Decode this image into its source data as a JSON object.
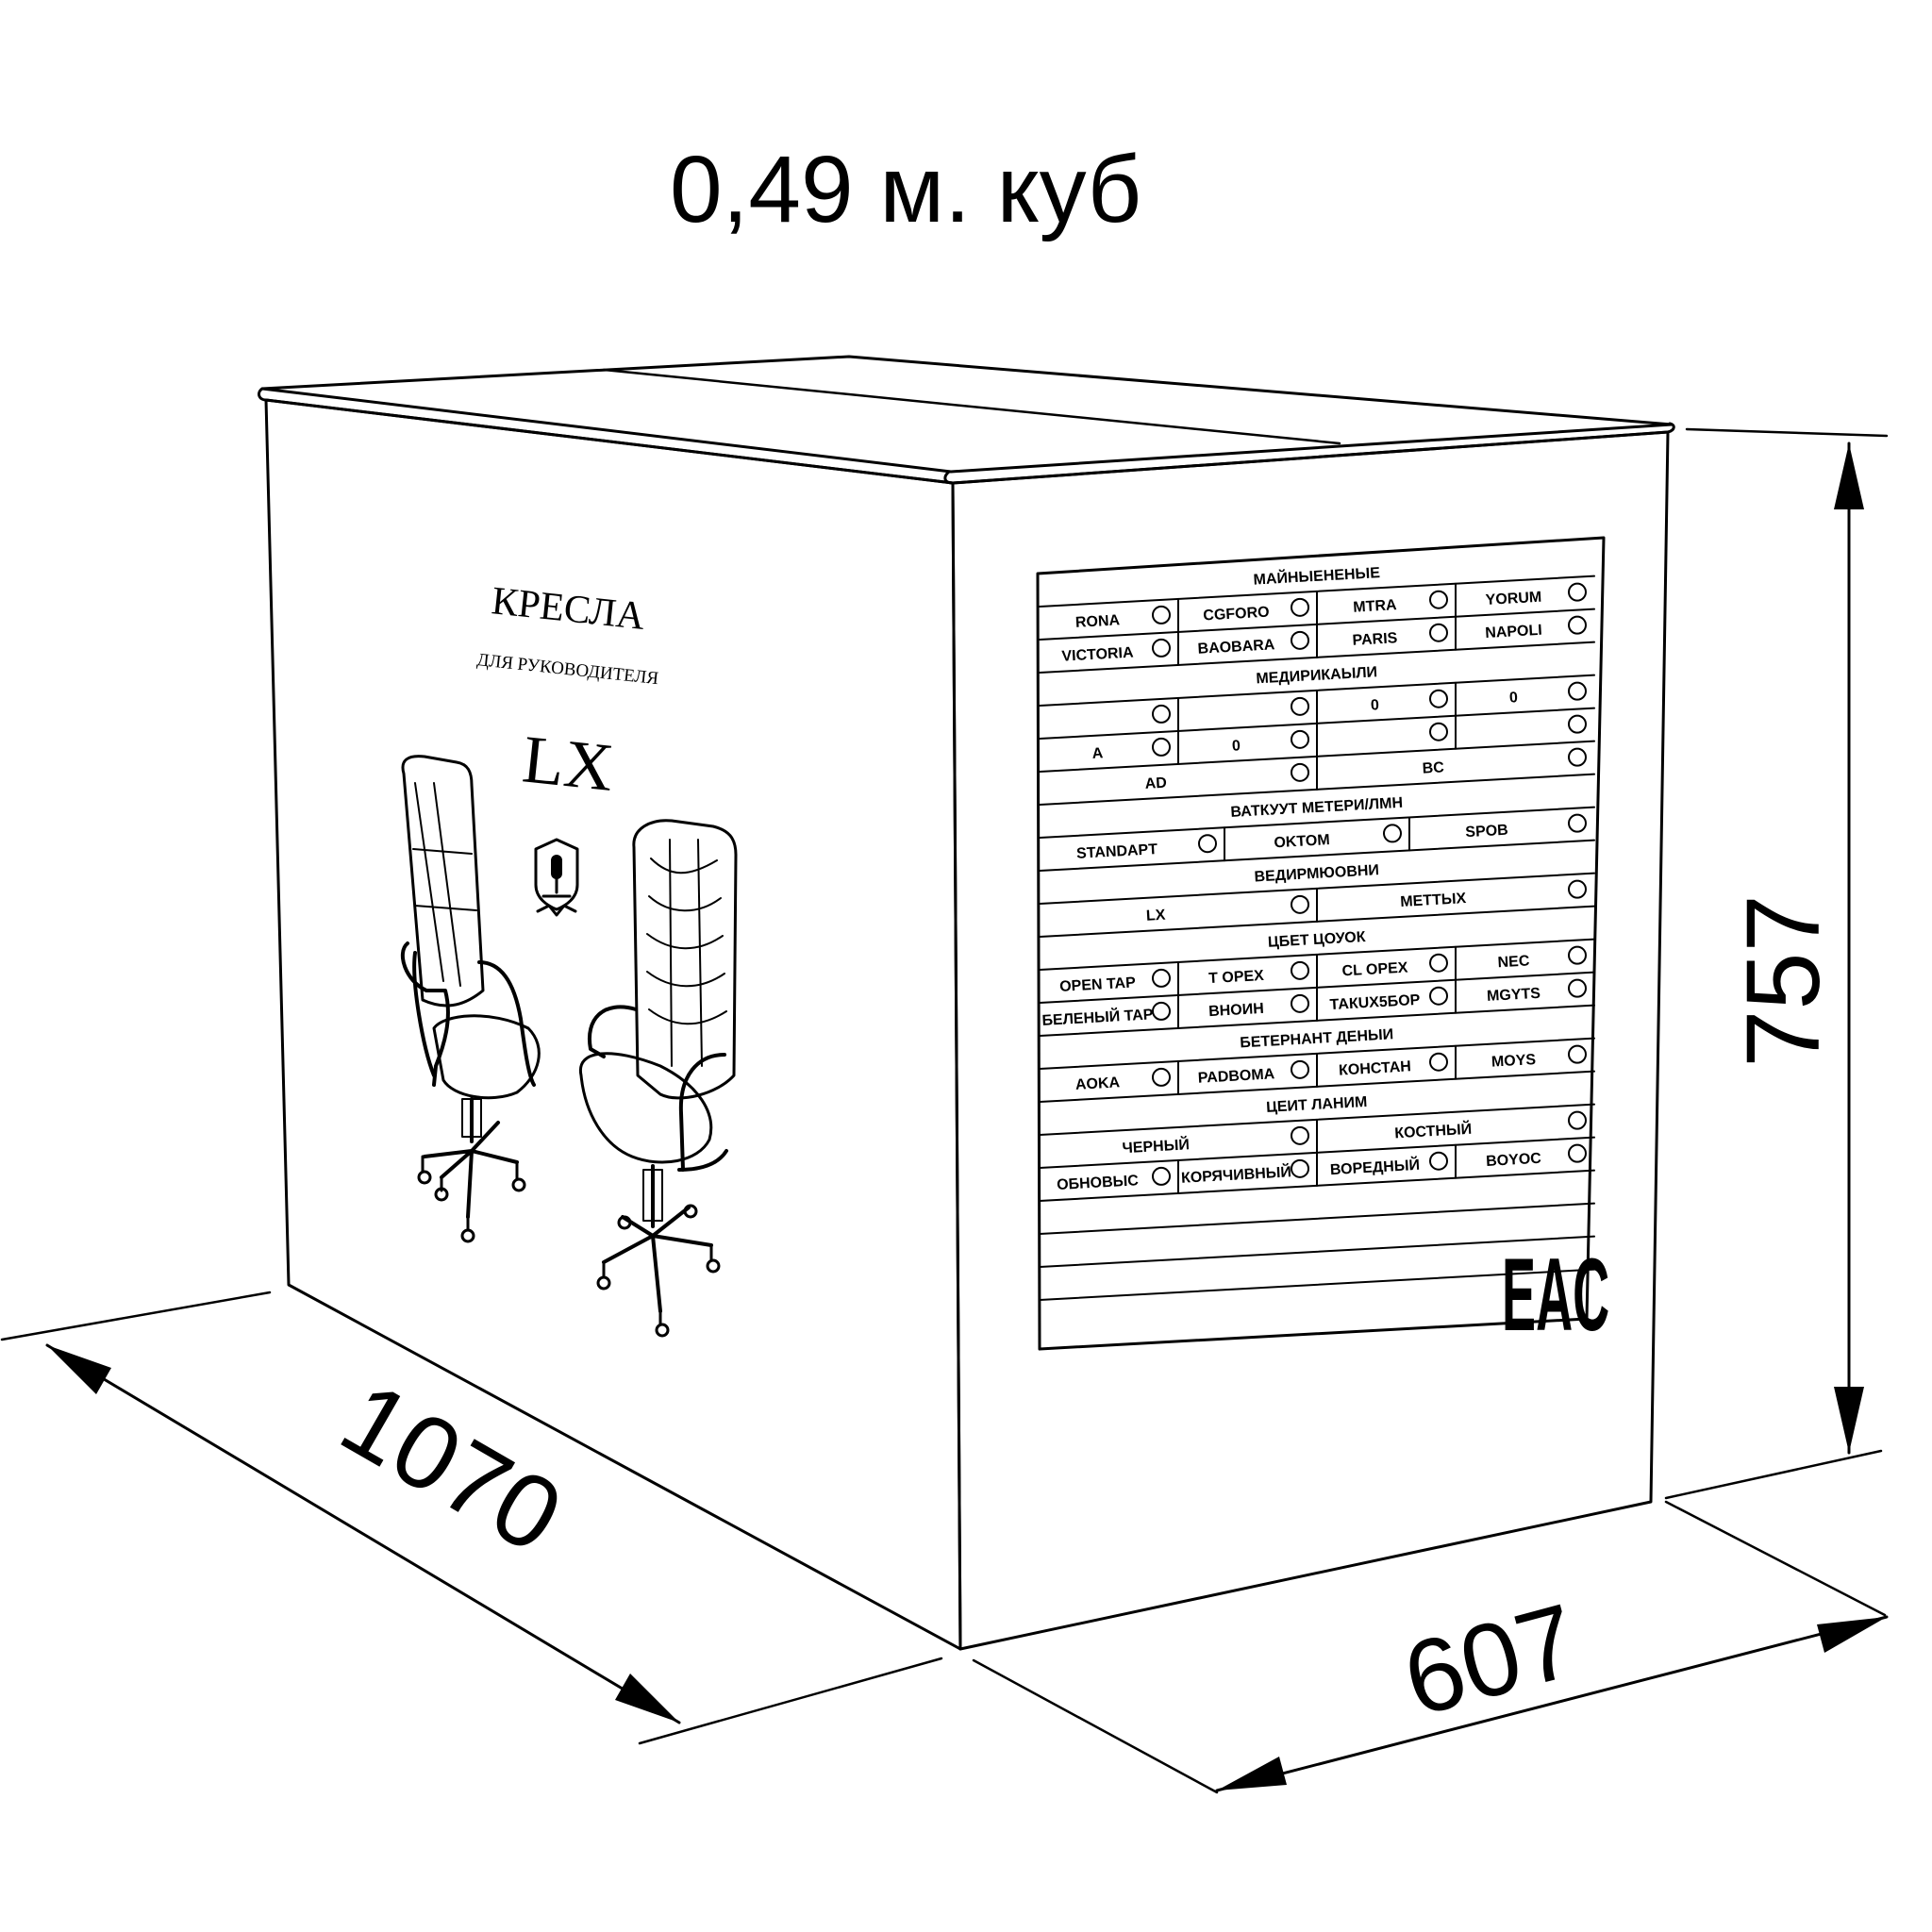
{
  "volume_label": "0,49 м. куб",
  "dimensions": {
    "length": "1070",
    "width": "607",
    "height": "757"
  },
  "side_panel": {
    "title": "КРЕСЛА",
    "subtitle": "ДЛЯ РУКОВОДИТЕЛЯ",
    "model": "LX"
  },
  "mark": "EAC",
  "icons": {
    "logo": "shield-logo-icon",
    "chair_1": "office-chair-icon",
    "chair_2": "tufted-office-chair-icon",
    "certification": "eac-mark-icon"
  },
  "label_table": {
    "rows": [
      {
        "type": "header",
        "text": "МАЙНЫЕНЕНЫЕ"
      },
      {
        "type": "cells",
        "cells": [
          "RONA",
          "CGFORO",
          "MTRA",
          "YORUM"
        ]
      },
      {
        "type": "cells",
        "cells": [
          "VICTORIA",
          "BAOBARA",
          "PARIS",
          "NAPOLI"
        ]
      },
      {
        "type": "header",
        "text": "МЕДИРИКАЫЛИ"
      },
      {
        "type": "cells",
        "cells": [
          "",
          "",
          "0",
          "0"
        ]
      },
      {
        "type": "cells",
        "cells": [
          "A",
          "0",
          "",
          ""
        ]
      },
      {
        "type": "cells2",
        "cells": [
          "AD",
          "BC"
        ]
      },
      {
        "type": "header",
        "text": "ВАТКУУТ МЕТЕРИ/ЛМН"
      },
      {
        "type": "cells3",
        "cells": [
          "STANDAPT",
          "OKTOM",
          "SPOB"
        ]
      },
      {
        "type": "header",
        "text": "ВЕДИРМЮОВНИ"
      },
      {
        "type": "cells2",
        "cells": [
          "LX",
          "METTЫХ"
        ]
      },
      {
        "type": "header",
        "text": "ЦБЕТ ЦОУОК"
      },
      {
        "type": "cells",
        "cells": [
          "OPEN TAP",
          "T OPEX",
          "CL OPEX",
          "NEC"
        ]
      },
      {
        "type": "cells",
        "cells": [
          "БЕЛЕНЫЙ TAP",
          "ВНОИН",
          "ТАКUХ5БОР",
          "MGYTS"
        ]
      },
      {
        "type": "header",
        "text": "БЕТЕРНАНТ ДЕНЫИ"
      },
      {
        "type": "cells",
        "cells": [
          "AOKA",
          "PADBOMA",
          "КОНСТАН",
          "MOYS"
        ]
      },
      {
        "type": "header",
        "text": "ЦЕИТ ЛАНИМ"
      },
      {
        "type": "cells2",
        "cells": [
          "ЧЕРНЫЙ",
          "КОСТНЫЙ"
        ]
      },
      {
        "type": "cells",
        "cells": [
          "ОБНОВЫС",
          "КОРЯЧИВНЫЙ",
          "ВОРЕДНЫЙ",
          "BOYOC"
        ]
      },
      {
        "type": "blank"
      },
      {
        "type": "blank"
      },
      {
        "type": "blank"
      }
    ]
  }
}
